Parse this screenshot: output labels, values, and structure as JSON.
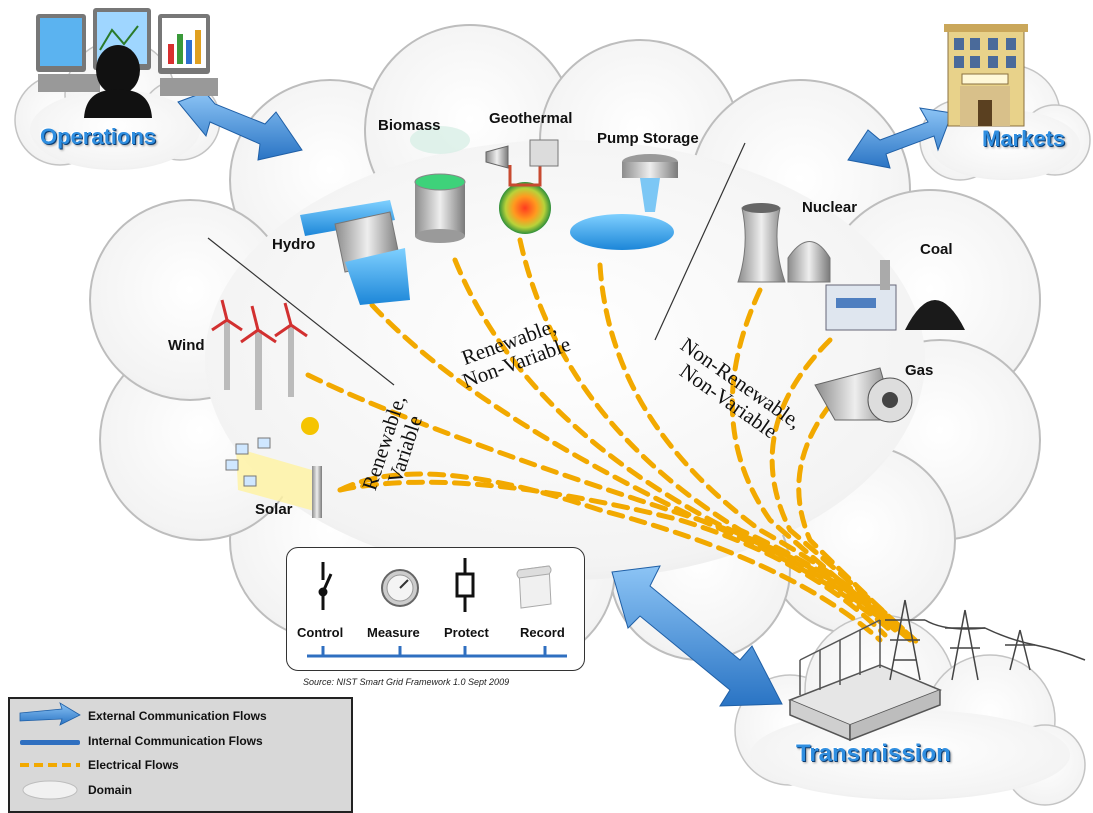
{
  "domains": {
    "operations": "Operations",
    "markets": "Markets",
    "transmission": "Transmission"
  },
  "sources": {
    "biomass": "Biomass",
    "geothermal": "Geothermal",
    "pump_storage": "Pump Storage",
    "hydro": "Hydro",
    "nuclear": "Nuclear",
    "coal": "Coal",
    "gas": "Gas",
    "wind": "Wind",
    "solar": "Solar"
  },
  "regions": {
    "renewable_variable_1": "Renewable,",
    "renewable_variable_2": "Variable",
    "renewable_nonvariable_1": "Renewable,",
    "renewable_nonvariable_2": "Non-Variable",
    "nonrenewable_nonvariable_1": "Non-Renewable,",
    "nonrenewable_nonvariable_2": "Non-Variable"
  },
  "functions": {
    "control": "Control",
    "measure": "Measure",
    "protect": "Protect",
    "record": "Record"
  },
  "source_note": "Source:  NIST Smart Grid Framework 1.0 Sept 2009",
  "legend": {
    "external": "External Communication Flows",
    "internal": "Internal Communication Flows",
    "electrical": "Electrical Flows",
    "domain": "Domain"
  },
  "colors": {
    "domain_blue": "#2f8ee0",
    "arrow_blue": "#3f8fd8",
    "electrical_orange": "#f2a900",
    "internal_line": "#2f6fc0",
    "cloud_fill": "#f6f6f6",
    "cloud_stroke": "#bdbdbd"
  }
}
